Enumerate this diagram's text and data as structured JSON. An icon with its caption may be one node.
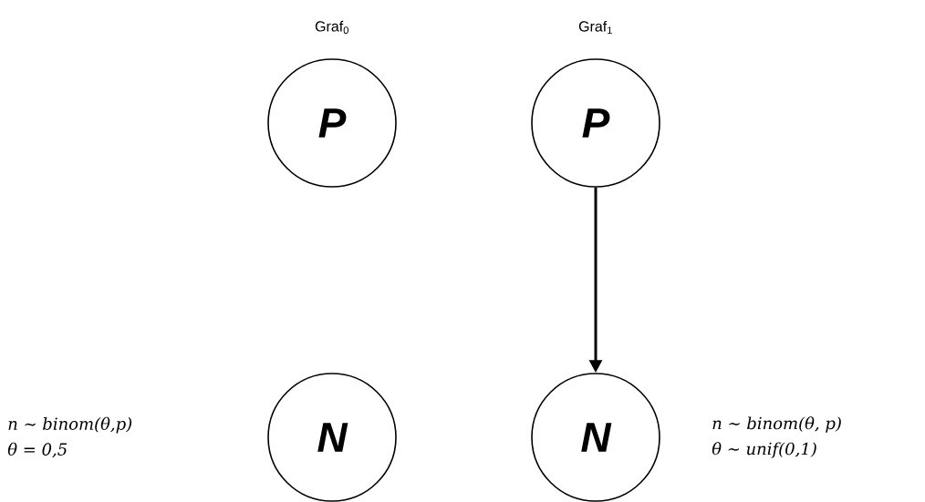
{
  "diagram": {
    "nodes": [
      {
        "text": [
          "P"
        ]
      },
      {
        "text": [
          "N"
        ],
        "beside": [
          "n ∼ binom(θ,p)",
          "θ = 0,5"
        ]
      },
      {
        "text": [
          "P"
        ]
      },
      {
        "text": [
          "N"
        ],
        "beside": [
          "n ∼ binom(θ, p)",
          "θ ∼ unif(0,1)"
        ]
      }
    ],
    "edges": [
      {
        "from": 2,
        "to": 3,
        "arrow": "to"
      }
    ],
    "labels": [
      "Graf$_{0}$",
      "Graf$_{1}$"
    ]
  }
}
